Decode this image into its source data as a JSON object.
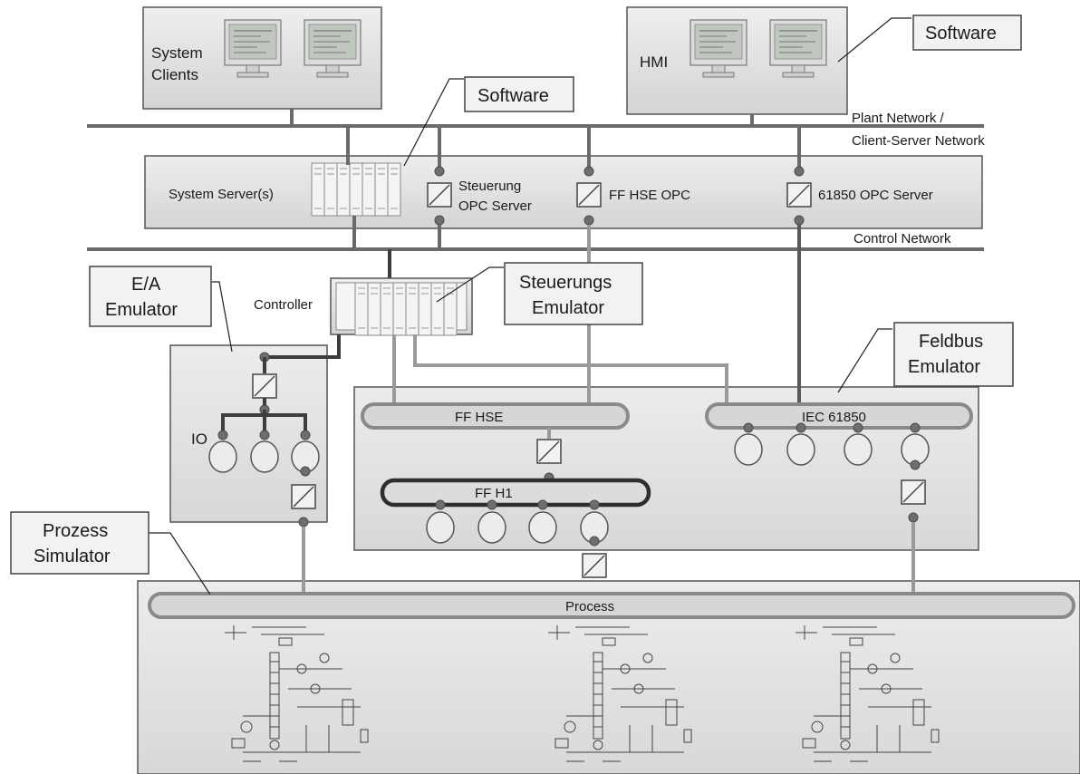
{
  "top": {
    "system_clients": [
      "System",
      "Clients"
    ],
    "hmi": "HMI",
    "plant_network": [
      "Plant Network /",
      "Client-Server Network"
    ]
  },
  "server": {
    "system_servers": "System Server(s)",
    "steuerung_opc": [
      "Steuerung",
      "OPC Server"
    ],
    "ff_hse_opc": "FF HSE OPC",
    "iec_opc": "61850 OPC Server",
    "control_network": "Control Network"
  },
  "controller": {
    "label": "Controller"
  },
  "io": {
    "label": "IO"
  },
  "buses": {
    "ff_hse": "FF HSE",
    "ff_h1": "FF H1",
    "iec": "IEC 61850",
    "process": "Process"
  },
  "callouts": {
    "software_top": "Software",
    "software_mid": "Software",
    "ea_emulator": [
      "E/A",
      "Emulator"
    ],
    "steuerungs_emulator": [
      "Steuerungs",
      "Emulator"
    ],
    "feldbus_emulator": [
      "Feldbus",
      "Emulator"
    ],
    "prozess_simulator": [
      "Prozess",
      "Simulator"
    ]
  },
  "colors": {
    "box_fill": "#e0e0e0",
    "panel_fill": "#e4e4e4",
    "network_line": "#6a6a6a",
    "dark_wire": "#3d3d3d",
    "grey_wire": "#9a9a9a"
  }
}
